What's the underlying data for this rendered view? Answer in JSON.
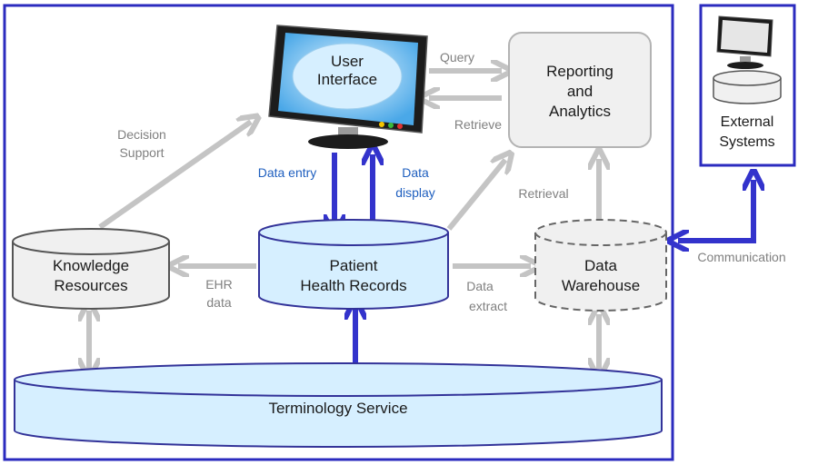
{
  "nodes": {
    "user_interface": [
      "User",
      "Interface"
    ],
    "reporting": [
      "Reporting",
      "and",
      "Analytics"
    ],
    "knowledge": [
      "Knowledge",
      "Resources"
    ],
    "phr": [
      "Patient",
      "Health Records"
    ],
    "warehouse": [
      "Data",
      "Warehouse"
    ],
    "terminology": "Terminology Service",
    "external": [
      "External",
      "Systems"
    ]
  },
  "edges": {
    "query": "Query",
    "retrieve": "Retrieve",
    "decision_support": [
      "Decision",
      "Support"
    ],
    "data_entry": "Data entry",
    "data_display": [
      "Data",
      "display"
    ],
    "retrieval": "Retrieval",
    "ehr_data": [
      "EHR",
      "data"
    ],
    "data_extract": [
      "Data",
      "extract"
    ],
    "communication": "Communication"
  },
  "colors": {
    "frame": "#2b2bbf",
    "blue_arrow": "#3333cc",
    "gray_arrow": "#c4c4c4",
    "cylinder_fill_blue": "#d6efff",
    "cylinder_fill_gray": "#f0f0f0",
    "label_blue": "#1f5fbf"
  }
}
